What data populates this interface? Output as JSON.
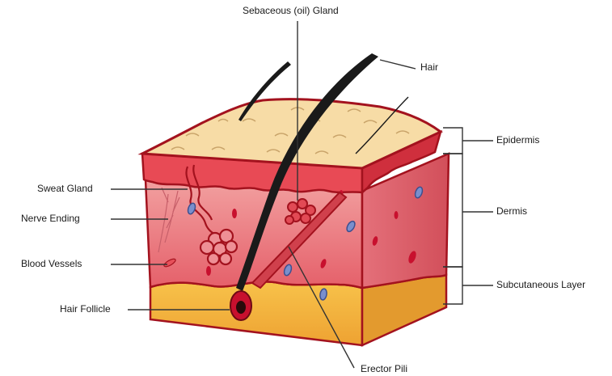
{
  "diagram": {
    "labels": {
      "sebaceous_gland": "Sebaceous (oil) Gland",
      "hair": "Hair",
      "epidermis": "Epidermis",
      "dermis": "Dermis",
      "subcutaneous_layer": "Subcutaneous Layer",
      "sweat_gland": "Sweat Gland",
      "nerve_ending": "Nerve Ending",
      "blood_vessels": "Blood Vessels",
      "hair_follicle": "Hair Follicle",
      "erector_pili": "Erector Pili"
    },
    "colors": {
      "epidermis_top": "#f7d9a0",
      "epidermis_edge": "#c8102e",
      "dermis": "#ec7a80",
      "dermis_dark": "#d9505a",
      "subcutaneous": "#f5b83d",
      "subcutaneous_dark": "#e8a12c",
      "outline": "#a3121e",
      "hair": "#1a1a1a",
      "vessel_blue": "#6f86c7",
      "label_line": "#333333"
    }
  }
}
